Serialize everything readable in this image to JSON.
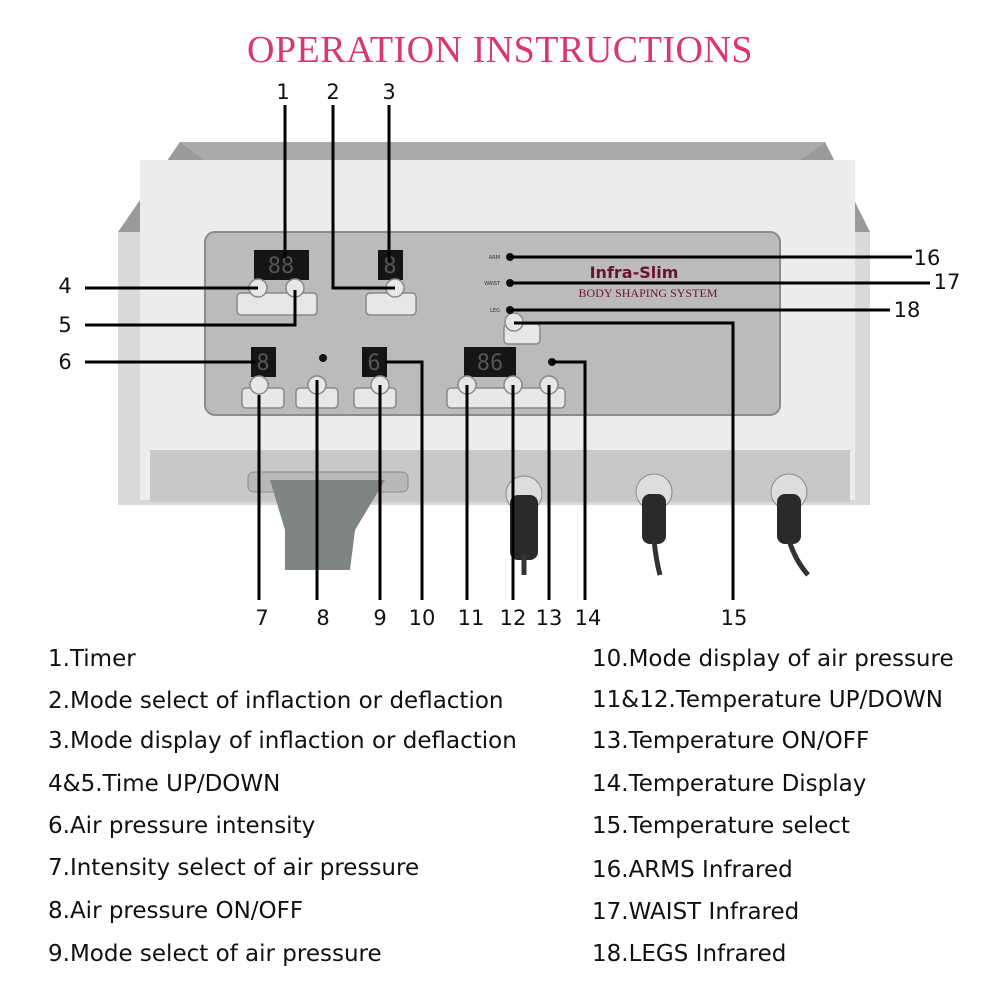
{
  "title": "OPERATION INSTRUCTIONS",
  "colors": {
    "title": "#d8386f",
    "panel": "#bdbbba",
    "body": "#e6e6e6",
    "brand": "#6a1430",
    "display": "#151515",
    "segment": "#c42020"
  },
  "device": {
    "brand_name": "Infra-Slim",
    "brand_subtitle": "BODY SHAPING SYSTEM",
    "indicator_labels": [
      "ARM",
      "WAIST",
      "LEG"
    ],
    "displays": {
      "timer": "88",
      "mode": "8",
      "intensity": "8",
      "air_mode": "6",
      "temperature": "86"
    }
  },
  "callouts": [
    "1",
    "2",
    "3",
    "4",
    "5",
    "6",
    "7",
    "8",
    "9",
    "10",
    "11",
    "12",
    "13",
    "14",
    "15",
    "16",
    "17",
    "18"
  ],
  "legend_left": [
    "1.Timer",
    "2.Mode select of inflaction or deflaction",
    "3.Mode display of inflaction or deflaction",
    "4&5.Time UP/DOWN",
    "6.Air pressure intensity",
    "7.Intensity select of air pressure",
    "8.Air pressure ON/OFF",
    "9.Mode select of air pressure"
  ],
  "legend_right": [
    "10.Mode display of air pressure",
    "11&12.Temperature UP/DOWN",
    "13.Temperature ON/OFF",
    "14.Temperature Display",
    "15.Temperature select",
    "16.ARMS Infrared",
    "17.WAIST Infrared",
    "18.LEGS Infrared"
  ]
}
